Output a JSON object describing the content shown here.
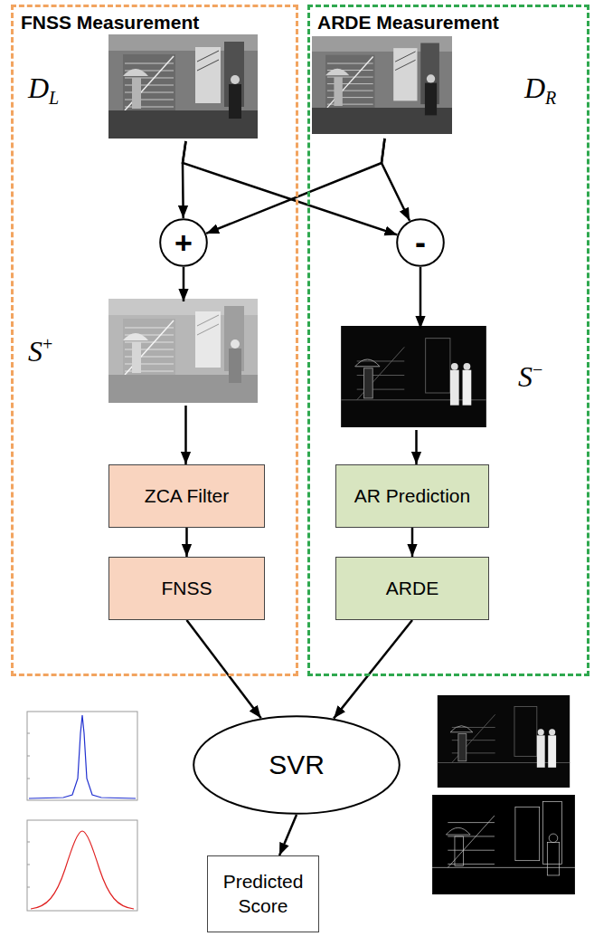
{
  "diagram": {
    "nodes": [
      {
        "text": [
          "FNSS Measurement"
        ]
      },
      {
        "text": [
          "ARDE Measurement"
        ]
      },
      {
        "text": [
          "DL"
        ],
        "in": 0
      },
      {
        "text": [
          "DR"
        ],
        "in": 1
      },
      {
        "text": [
          "+"
        ],
        "in": 0
      },
      {
        "text": [
          "-"
        ],
        "in": 1
      },
      {
        "text": [
          "S+"
        ],
        "in": 0
      },
      {
        "text": [
          "S−"
        ],
        "in": 1
      },
      {
        "text": [
          "ZCA Filter"
        ],
        "in": 0
      },
      {
        "text": [
          "AR Prediction"
        ],
        "in": 1
      },
      {
        "text": [
          "FNSS"
        ],
        "in": 0
      },
      {
        "text": [
          "ARDE"
        ],
        "in": 1
      },
      {
        "text": [
          "SVR"
        ]
      },
      {
        "text": [
          "Predicted Score"
        ]
      }
    ],
    "edges": [
      {
        "from": 2,
        "to": 4,
        "arrow": "to"
      },
      {
        "from": 2,
        "to": 5,
        "arrow": "to"
      },
      {
        "from": 3,
        "to": 4,
        "arrow": "to"
      },
      {
        "from": 3,
        "to": 5,
        "arrow": "to"
      },
      {
        "from": 4,
        "to": 6,
        "arrow": "to"
      },
      {
        "from": 5,
        "to": 7,
        "arrow": "to"
      },
      {
        "from": 6,
        "to": 8,
        "arrow": "to"
      },
      {
        "from": 7,
        "to": 9,
        "arrow": "to"
      },
      {
        "from": 8,
        "to": 10,
        "arrow": "to"
      },
      {
        "from": 9,
        "to": 11,
        "arrow": "to"
      },
      {
        "from": 10,
        "to": 12,
        "arrow": "to"
      },
      {
        "from": 11,
        "to": 12,
        "arrow": "to"
      },
      {
        "from": 12,
        "to": 13,
        "arrow": "to"
      }
    ]
  }
}
